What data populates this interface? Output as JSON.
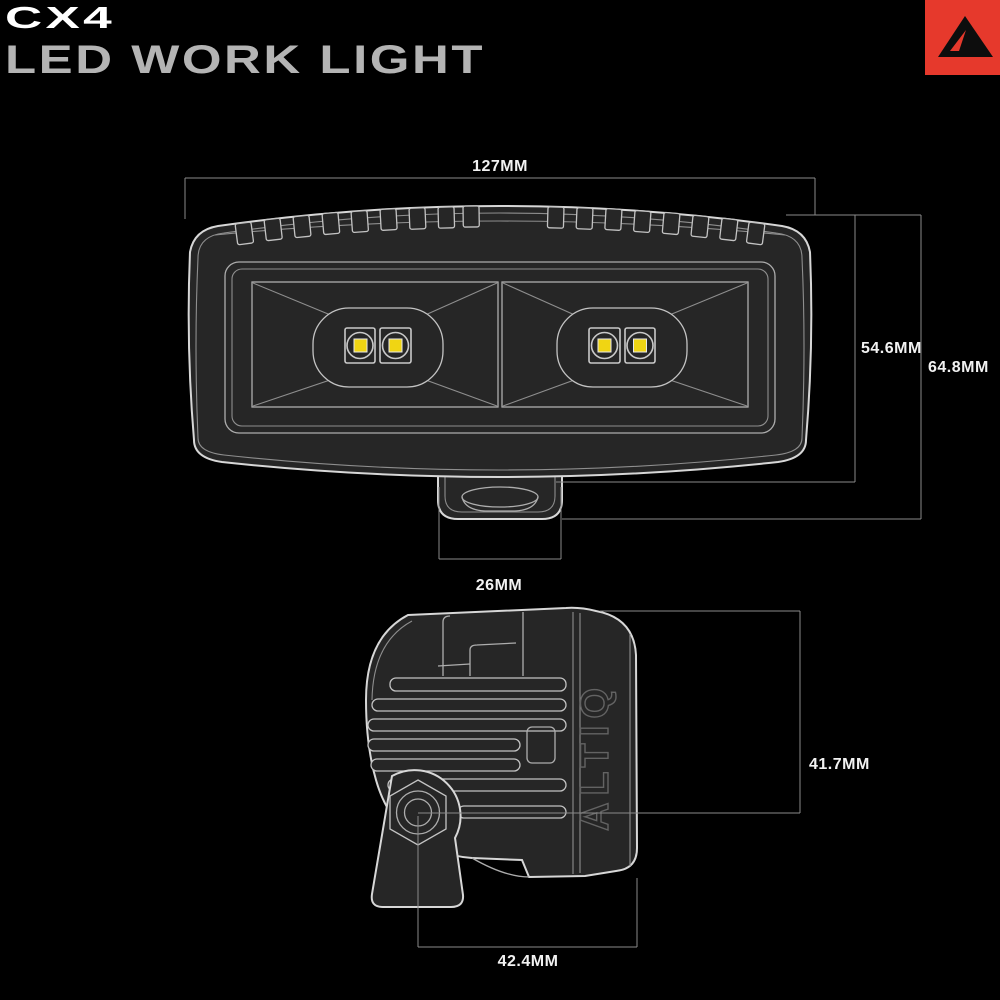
{
  "header": {
    "model": "CX4",
    "product_name": "LED WORK LIGHT"
  },
  "brand": {
    "side_text": "ALTIQ",
    "logo_bg_color": "#E6392C",
    "logo_mark_color": "#0D0D0D"
  },
  "views": {
    "front": {
      "dimensions": {
        "width": "127MM",
        "housing_height": "54.6MM",
        "overall_height": "64.8MM",
        "mount_width": "26MM"
      }
    },
    "side": {
      "dimensions": {
        "center_height": "41.7MM",
        "depth": "42.4MM"
      }
    }
  },
  "colors": {
    "background": "#000000",
    "body_fill": "#262626",
    "outline": "#D7D7D7",
    "dimension_line": "#8A8A8A",
    "label_text": "#F2F2F2",
    "led_chip": "#F0D513",
    "accent_red": "#E6392C"
  }
}
